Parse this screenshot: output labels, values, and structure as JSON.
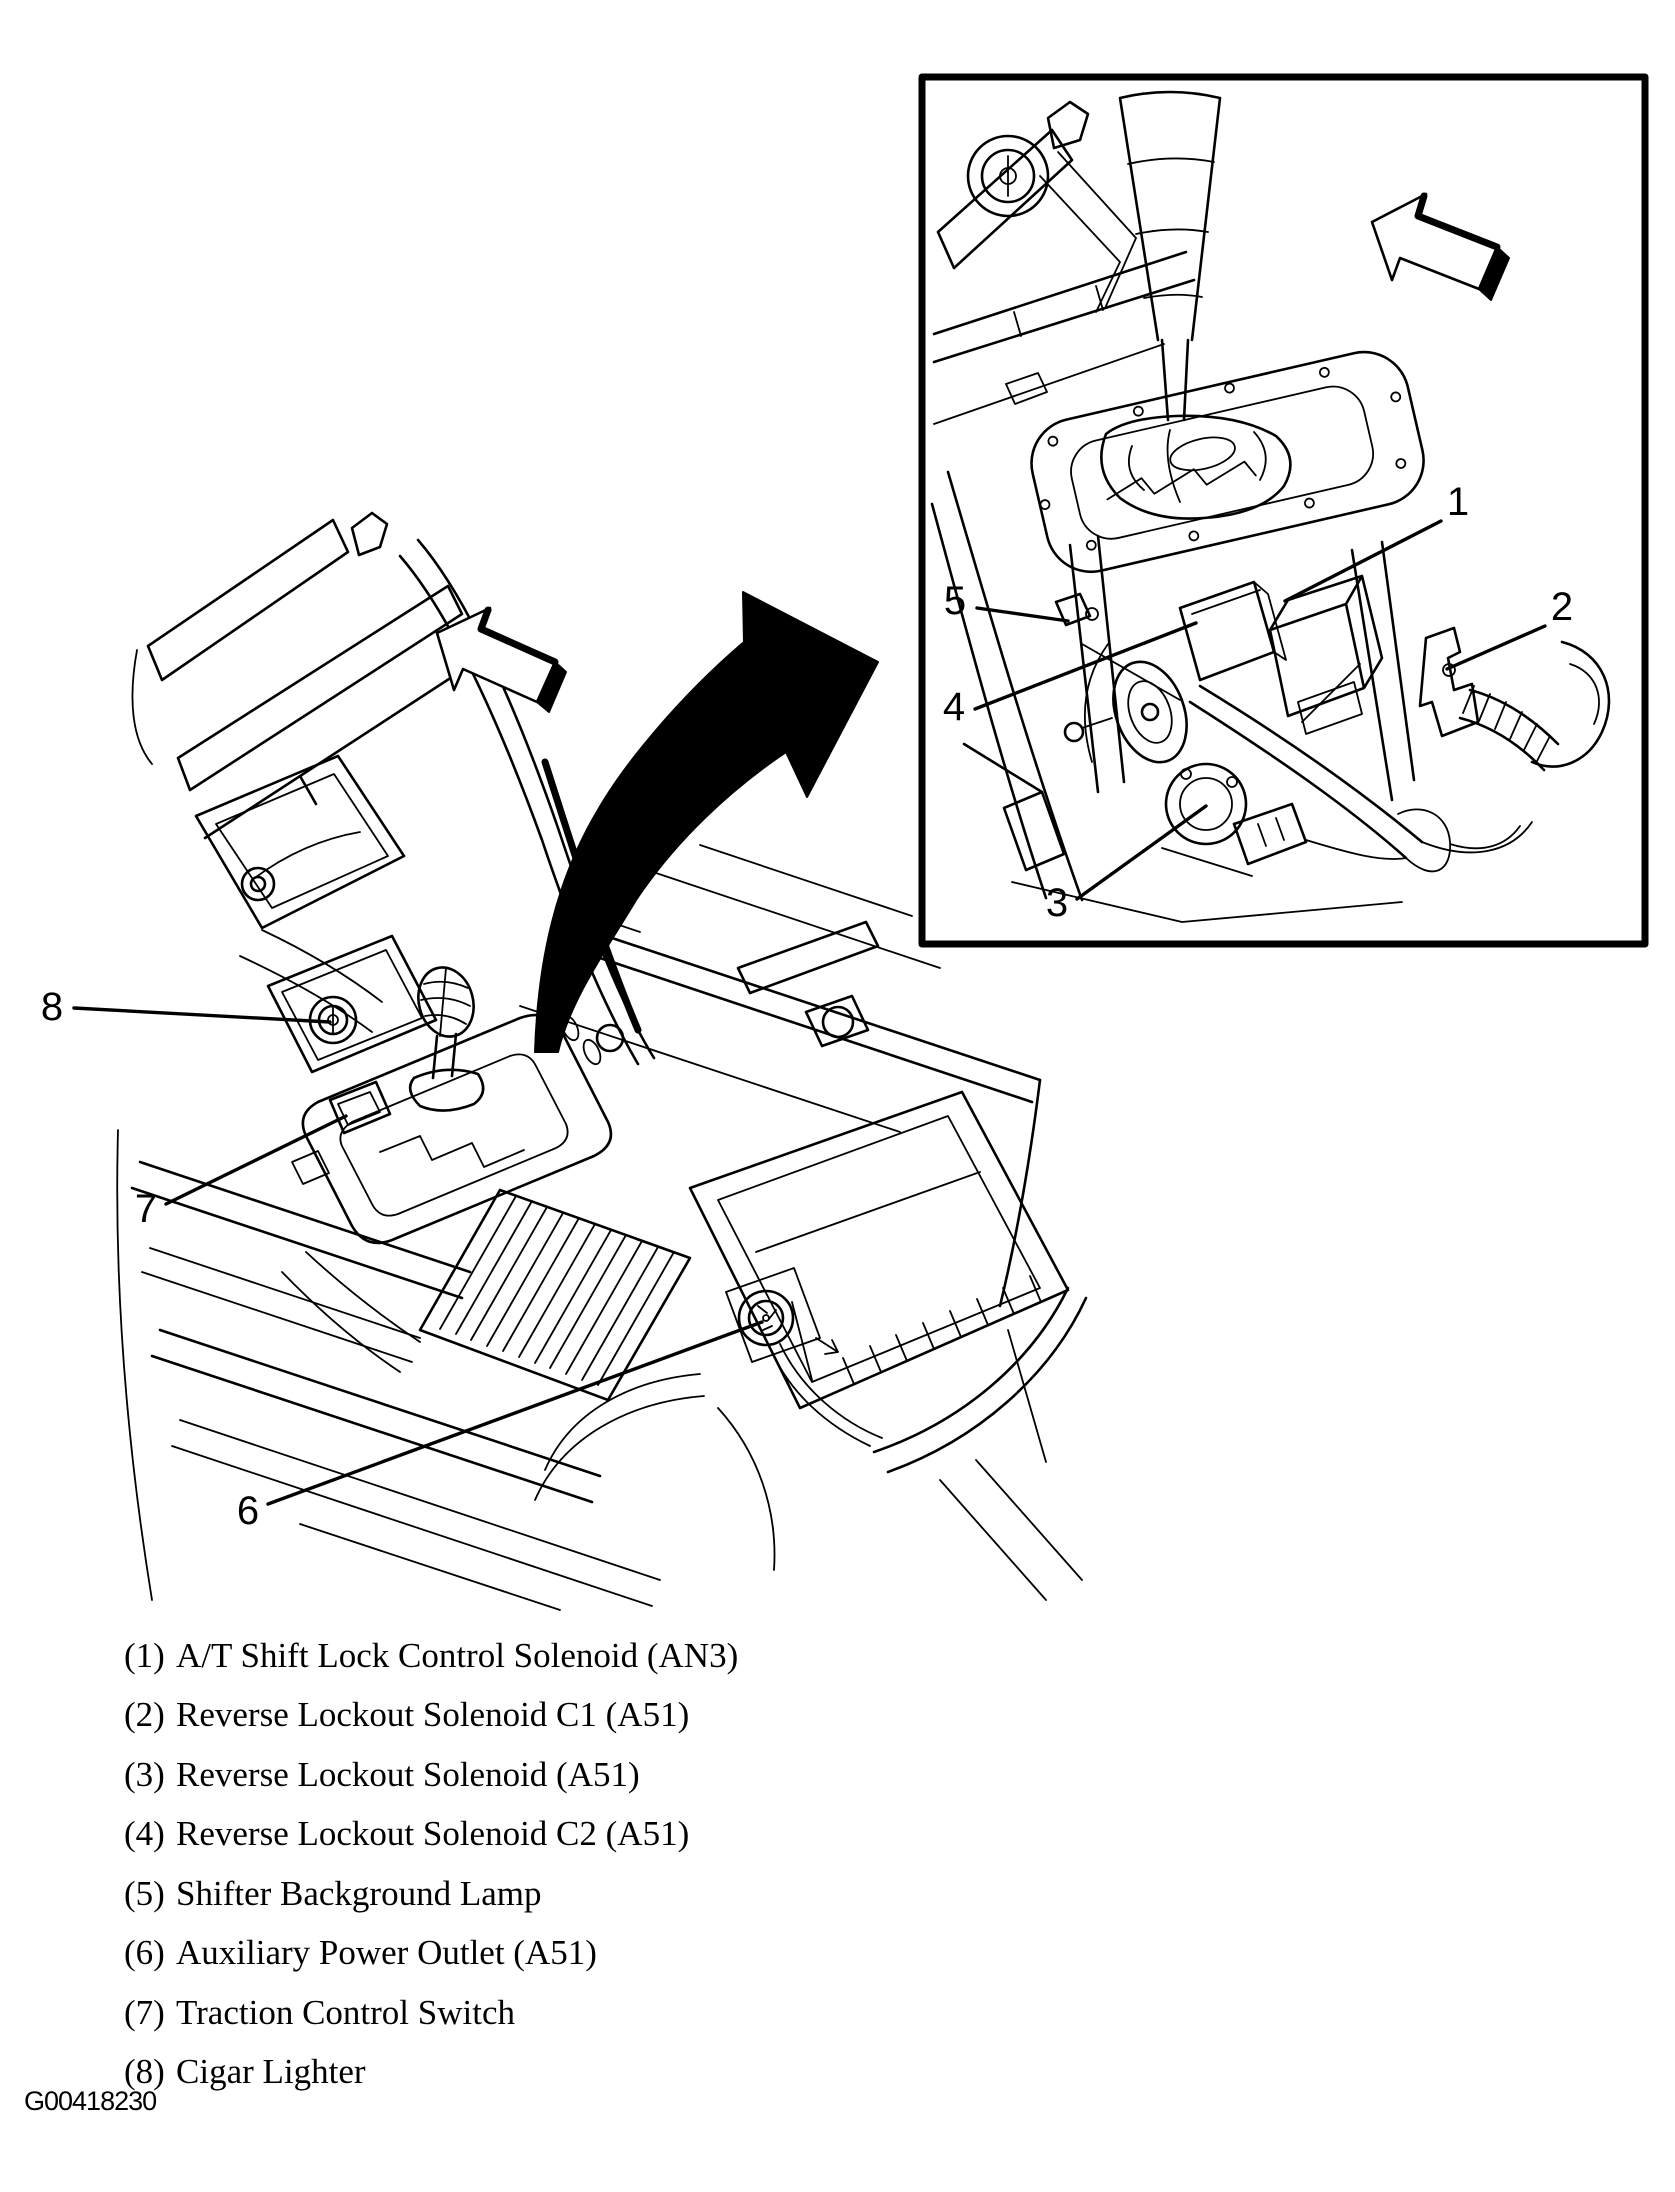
{
  "figure": {
    "code": "G00418230"
  },
  "callouts": [
    "1",
    "2",
    "3",
    "4",
    "5",
    "6",
    "7",
    "8"
  ],
  "legend": {
    "items": [
      {
        "number": "(1)",
        "label": "A/T Shift Lock Control Solenoid (AN3)"
      },
      {
        "number": "(2)",
        "label": "Reverse Lockout Solenoid C1 (A51)"
      },
      {
        "number": "(3)",
        "label": "Reverse Lockout Solenoid (A51)"
      },
      {
        "number": "(4)",
        "label": "Reverse Lockout Solenoid C2 (A51)"
      },
      {
        "number": "(5)",
        "label": "Shifter Background Lamp"
      },
      {
        "number": "(6)",
        "label": "Auxiliary Power Outlet (A51)"
      },
      {
        "number": "(7)",
        "label": "Traction Control Switch"
      },
      {
        "number": "(8)",
        "label": "Cigar Lighter"
      }
    ]
  },
  "colors": {
    "ink": "#000000",
    "paper": "#ffffff"
  }
}
